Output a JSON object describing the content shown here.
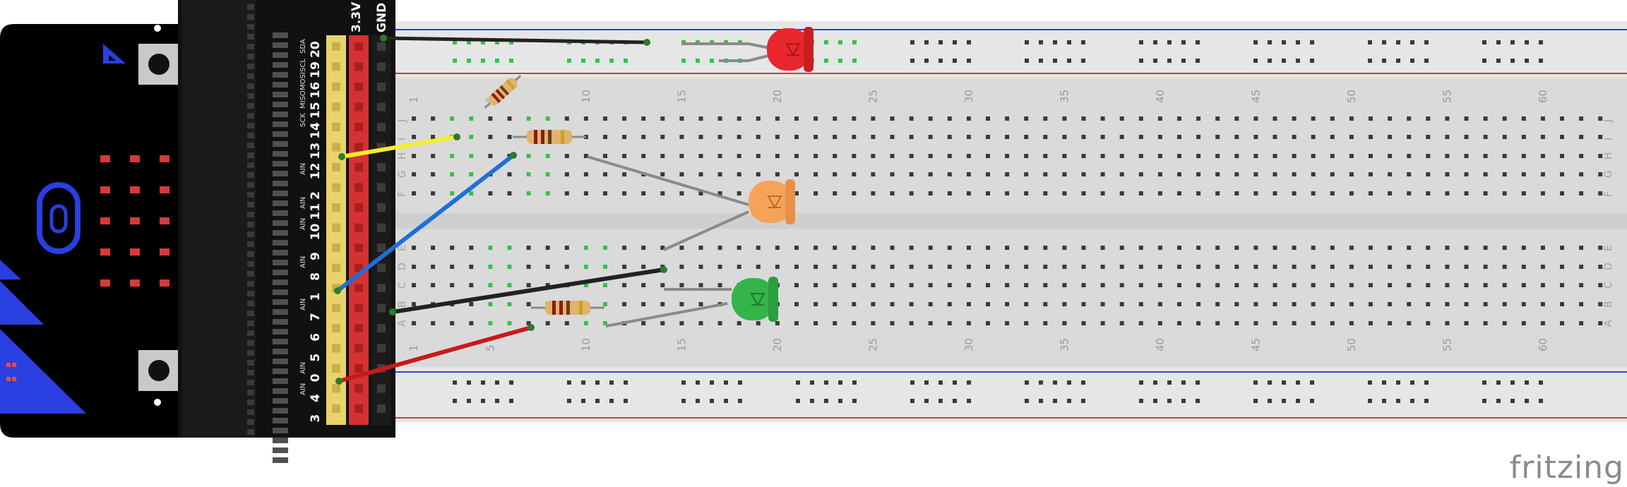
{
  "watermark": "fritzing",
  "edge_labels": {
    "power": "3.3V",
    "ground": "GND"
  },
  "edge_pin_labels": [
    "20",
    "19",
    "16",
    "15",
    "14",
    "13",
    "12",
    "2",
    "11",
    "10",
    "9",
    "8",
    "1",
    "7",
    "6",
    "5",
    "0",
    "4",
    "3"
  ],
  "edge_function_labels": [
    "SDA",
    "SCL",
    "MOSI",
    "MISO",
    "SCK",
    "AIN",
    "AIN",
    "AIN",
    "AIN",
    "AIN",
    "AIN",
    "AIN"
  ],
  "breadboard": {
    "column_numbers": [
      "1",
      "5",
      "10",
      "15",
      "20",
      "25",
      "30",
      "35",
      "40",
      "45",
      "50",
      "55",
      "60"
    ],
    "row_labels_top": [
      "J",
      "I",
      "H",
      "G",
      "F"
    ],
    "row_labels_bottom": [
      "E",
      "D",
      "C",
      "B",
      "A"
    ]
  },
  "components": {
    "leds": [
      {
        "name": "red-led",
        "color": "#e8262b"
      },
      {
        "name": "orange-led",
        "color": "#f6a35a"
      },
      {
        "name": "green-led",
        "color": "#33b54a"
      }
    ],
    "resistors": [
      "resistor-1",
      "resistor-2",
      "resistor-3"
    ],
    "wires": [
      {
        "name": "black-wire-top",
        "color": "#222222"
      },
      {
        "name": "yellow-wire",
        "color": "#f4ee2a"
      },
      {
        "name": "blue-wire",
        "color": "#1f6fd6"
      },
      {
        "name": "black-wire-bottom",
        "color": "#222222"
      },
      {
        "name": "red-wire",
        "color": "#c81a1a"
      }
    ]
  },
  "colors": {
    "board_bg": "#d8d8d8",
    "rail_bg": "#e3e3e3",
    "rail_blue": "#2e43c8",
    "rail_red": "#d23a3a",
    "microbit_body": "#000000",
    "microbit_accent": "#2a3fe0",
    "hole": "#3a3a3a",
    "hole_active": "#35c24a"
  }
}
